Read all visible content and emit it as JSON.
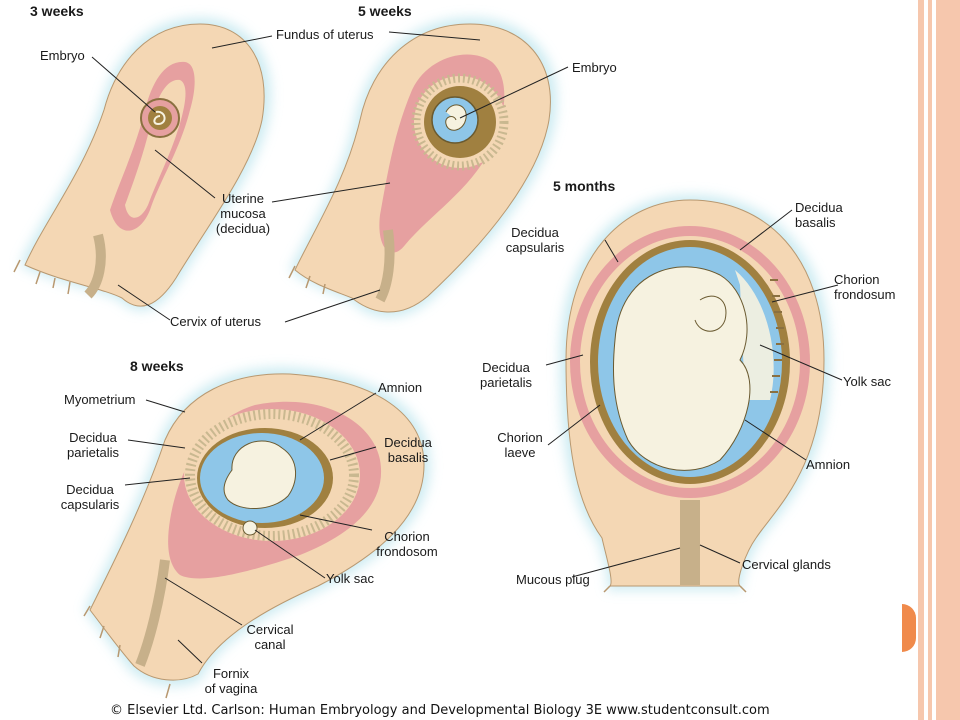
{
  "stages": [
    "3 weeks",
    "5 weeks",
    "5 months",
    "8 weeks"
  ],
  "labels": {
    "embryo_3w": "Embryo",
    "fundus": "Fundus of uterus",
    "embryo_5w": "Embryo",
    "uterine_mucosa": "Uterine\nmucosa\n(decidua)",
    "cervix_of_uterus": "Cervix of uterus",
    "myometrium": "Myometrium",
    "amnion_8w": "Amnion",
    "decidua_parietalis_8w": "Decidua\nparietalis",
    "decidua_basalis_8w": "Decidua\nbasalis",
    "decidua_capsularis_8w": "Decidua\ncapsularis",
    "chorion_frondosom": "Chorion\nfrondosom",
    "yolk_sac_8w": "Yolk sac",
    "cervical_canal": "Cervical\ncanal",
    "fornix_of_vagina": "Fornix\nof vagina",
    "decidua_capsularis_5m": "Decidua\ncapsularis",
    "decidua_basalis_5m": "Decidua\nbasalis",
    "chorion_frondosum": "Chorion\nfrondosum",
    "decidua_parietalis_5m": "Decidua\nparietalis",
    "yolk_sac_5m": "Yolk sac",
    "chorion_laeve": "Chorion\nlaeve",
    "amnion_5m": "Amnion",
    "mucous_plug": "Mucous plug",
    "cervical_glands": "Cervical glands"
  },
  "credit": "© Elsevier Ltd. Carlson: Human Embryology and Developmental Biology 3E www.studentconsult.com",
  "colors": {
    "uterus_wall": "#f4d7b4",
    "decidua": "#e6a0a0",
    "chorion": "#a08040",
    "amniotic_fluid": "#8ec6e8",
    "halo": "#bfe6ee",
    "border_stripe": "#f6c7ad",
    "nav_tab": "#f08a4b"
  }
}
